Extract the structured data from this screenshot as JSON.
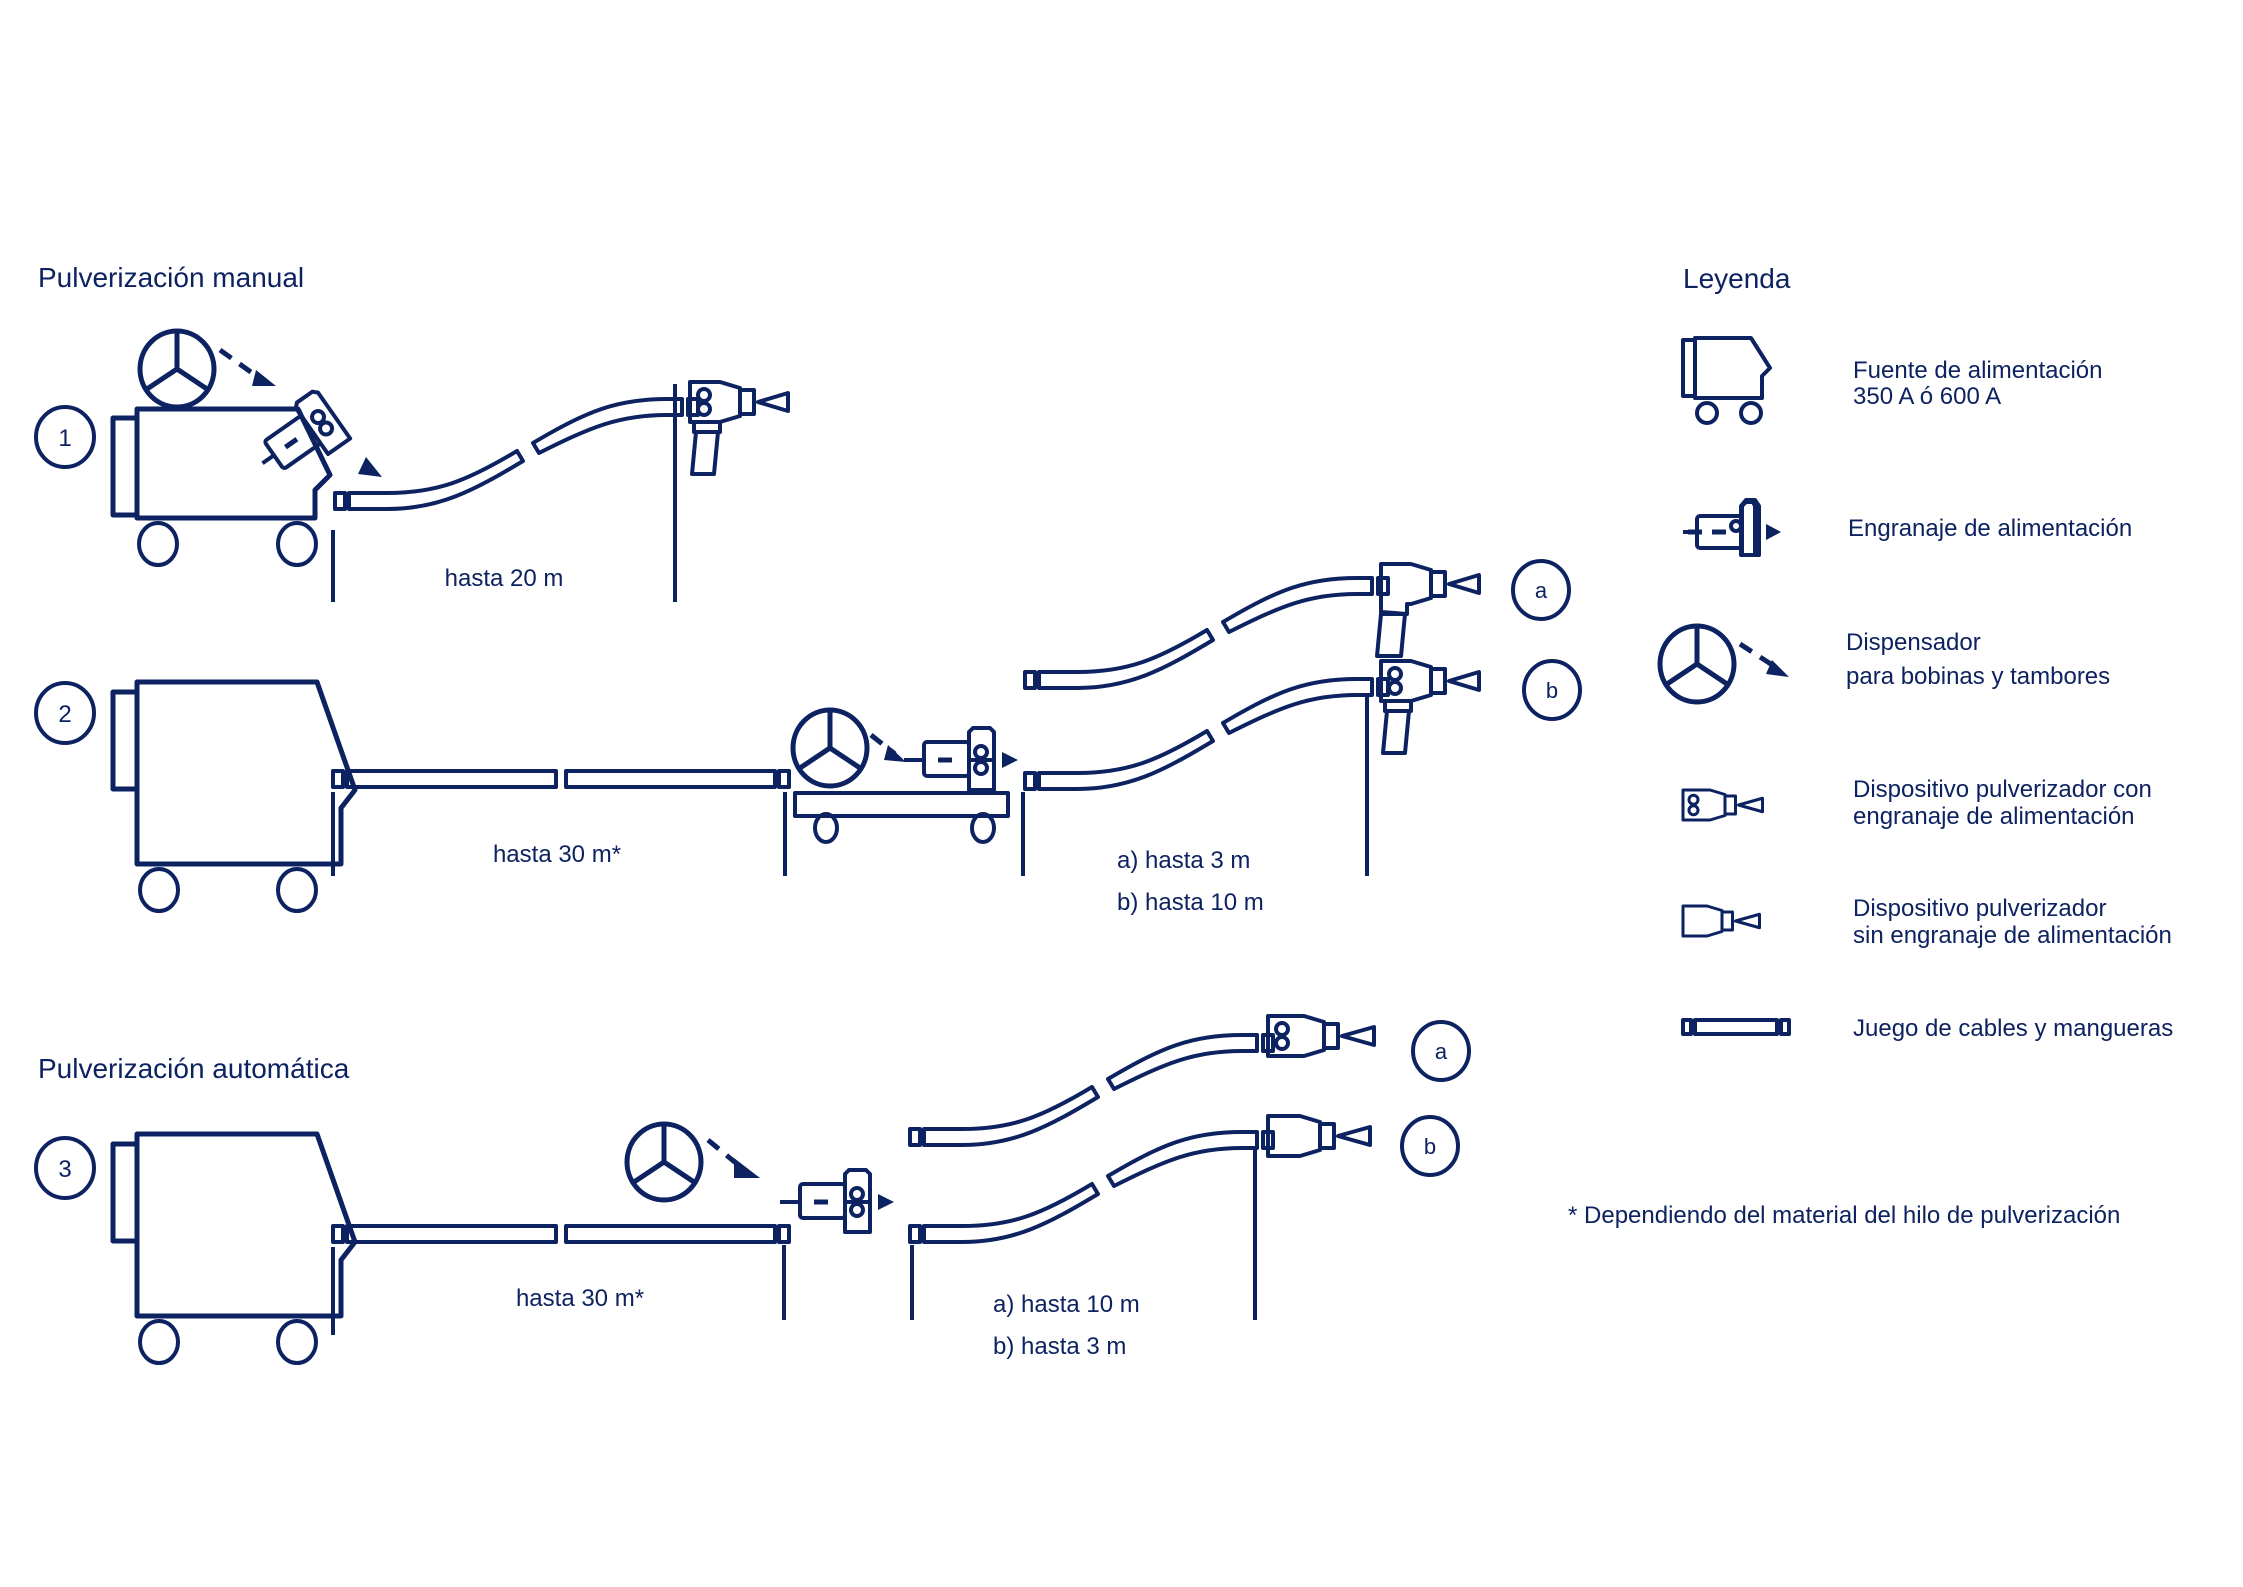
{
  "colors": {
    "ink": "#0d2260",
    "background": "#ffffff"
  },
  "sections": {
    "manual_title": "Pulverización manual",
    "automatic_title": "Pulverización automática"
  },
  "rows": [
    {
      "number": "1",
      "segments": [
        {
          "label": "hasta 20 m"
        }
      ]
    },
    {
      "number": "2",
      "segments": [
        {
          "label": "hasta 30 m*"
        },
        {
          "label_a": "a) hasta 3 m",
          "label_b": "b) hasta 10 m"
        }
      ],
      "variants": [
        "a",
        "b"
      ]
    },
    {
      "number": "3",
      "segments": [
        {
          "label": "hasta 30 m*"
        },
        {
          "label_a": "a) hasta 10 m",
          "label_b": "b) hasta 3 m"
        }
      ],
      "variants": [
        "a",
        "b"
      ]
    }
  ],
  "legend": {
    "title": "Leyenda",
    "items": [
      {
        "icon": "power-source-icon",
        "line1": "Fuente de alimentación",
        "line2": "350 A ó 600 A"
      },
      {
        "icon": "wire-feeder-icon",
        "line1": "Engranaje de alimentación"
      },
      {
        "icon": "spool-dispenser-icon",
        "line1": "Dispensador",
        "line2": "para bobinas y tambores"
      },
      {
        "icon": "spray-gun-with-feeder-icon",
        "line1": "Dispositivo pulverizador con",
        "line2": "engranaje de alimentación"
      },
      {
        "icon": "spray-gun-without-feeder-icon",
        "line1": "Dispositivo pulverizador",
        "line2": "sin engranaje de alimentación"
      },
      {
        "icon": "cable-hose-set-icon",
        "line1": "Juego de cables y mangueras"
      }
    ]
  },
  "footnote": "* Dependiendo del material del hilo de pulverización"
}
